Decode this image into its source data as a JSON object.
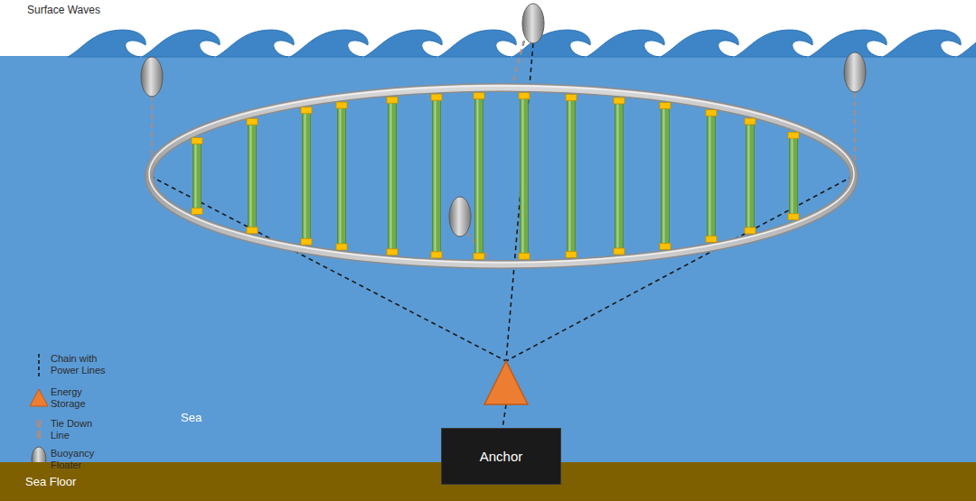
{
  "diagram": {
    "nodes": [
      {
        "text": [
          "Sea Floor"
        ]
      },
      {
        "text": [
          "Anchor"
        ]
      }
    ],
    "labels": [
      "Surface Waves",
      "Sea"
    ],
    "legend": [
      {
        "text": "Chain with Power Lines"
      },
      {
        "text": "Energy Storage"
      },
      {
        "text": "Tie Down Line"
      },
      {
        "text": "Buoyancy Floater"
      }
    ]
  }
}
